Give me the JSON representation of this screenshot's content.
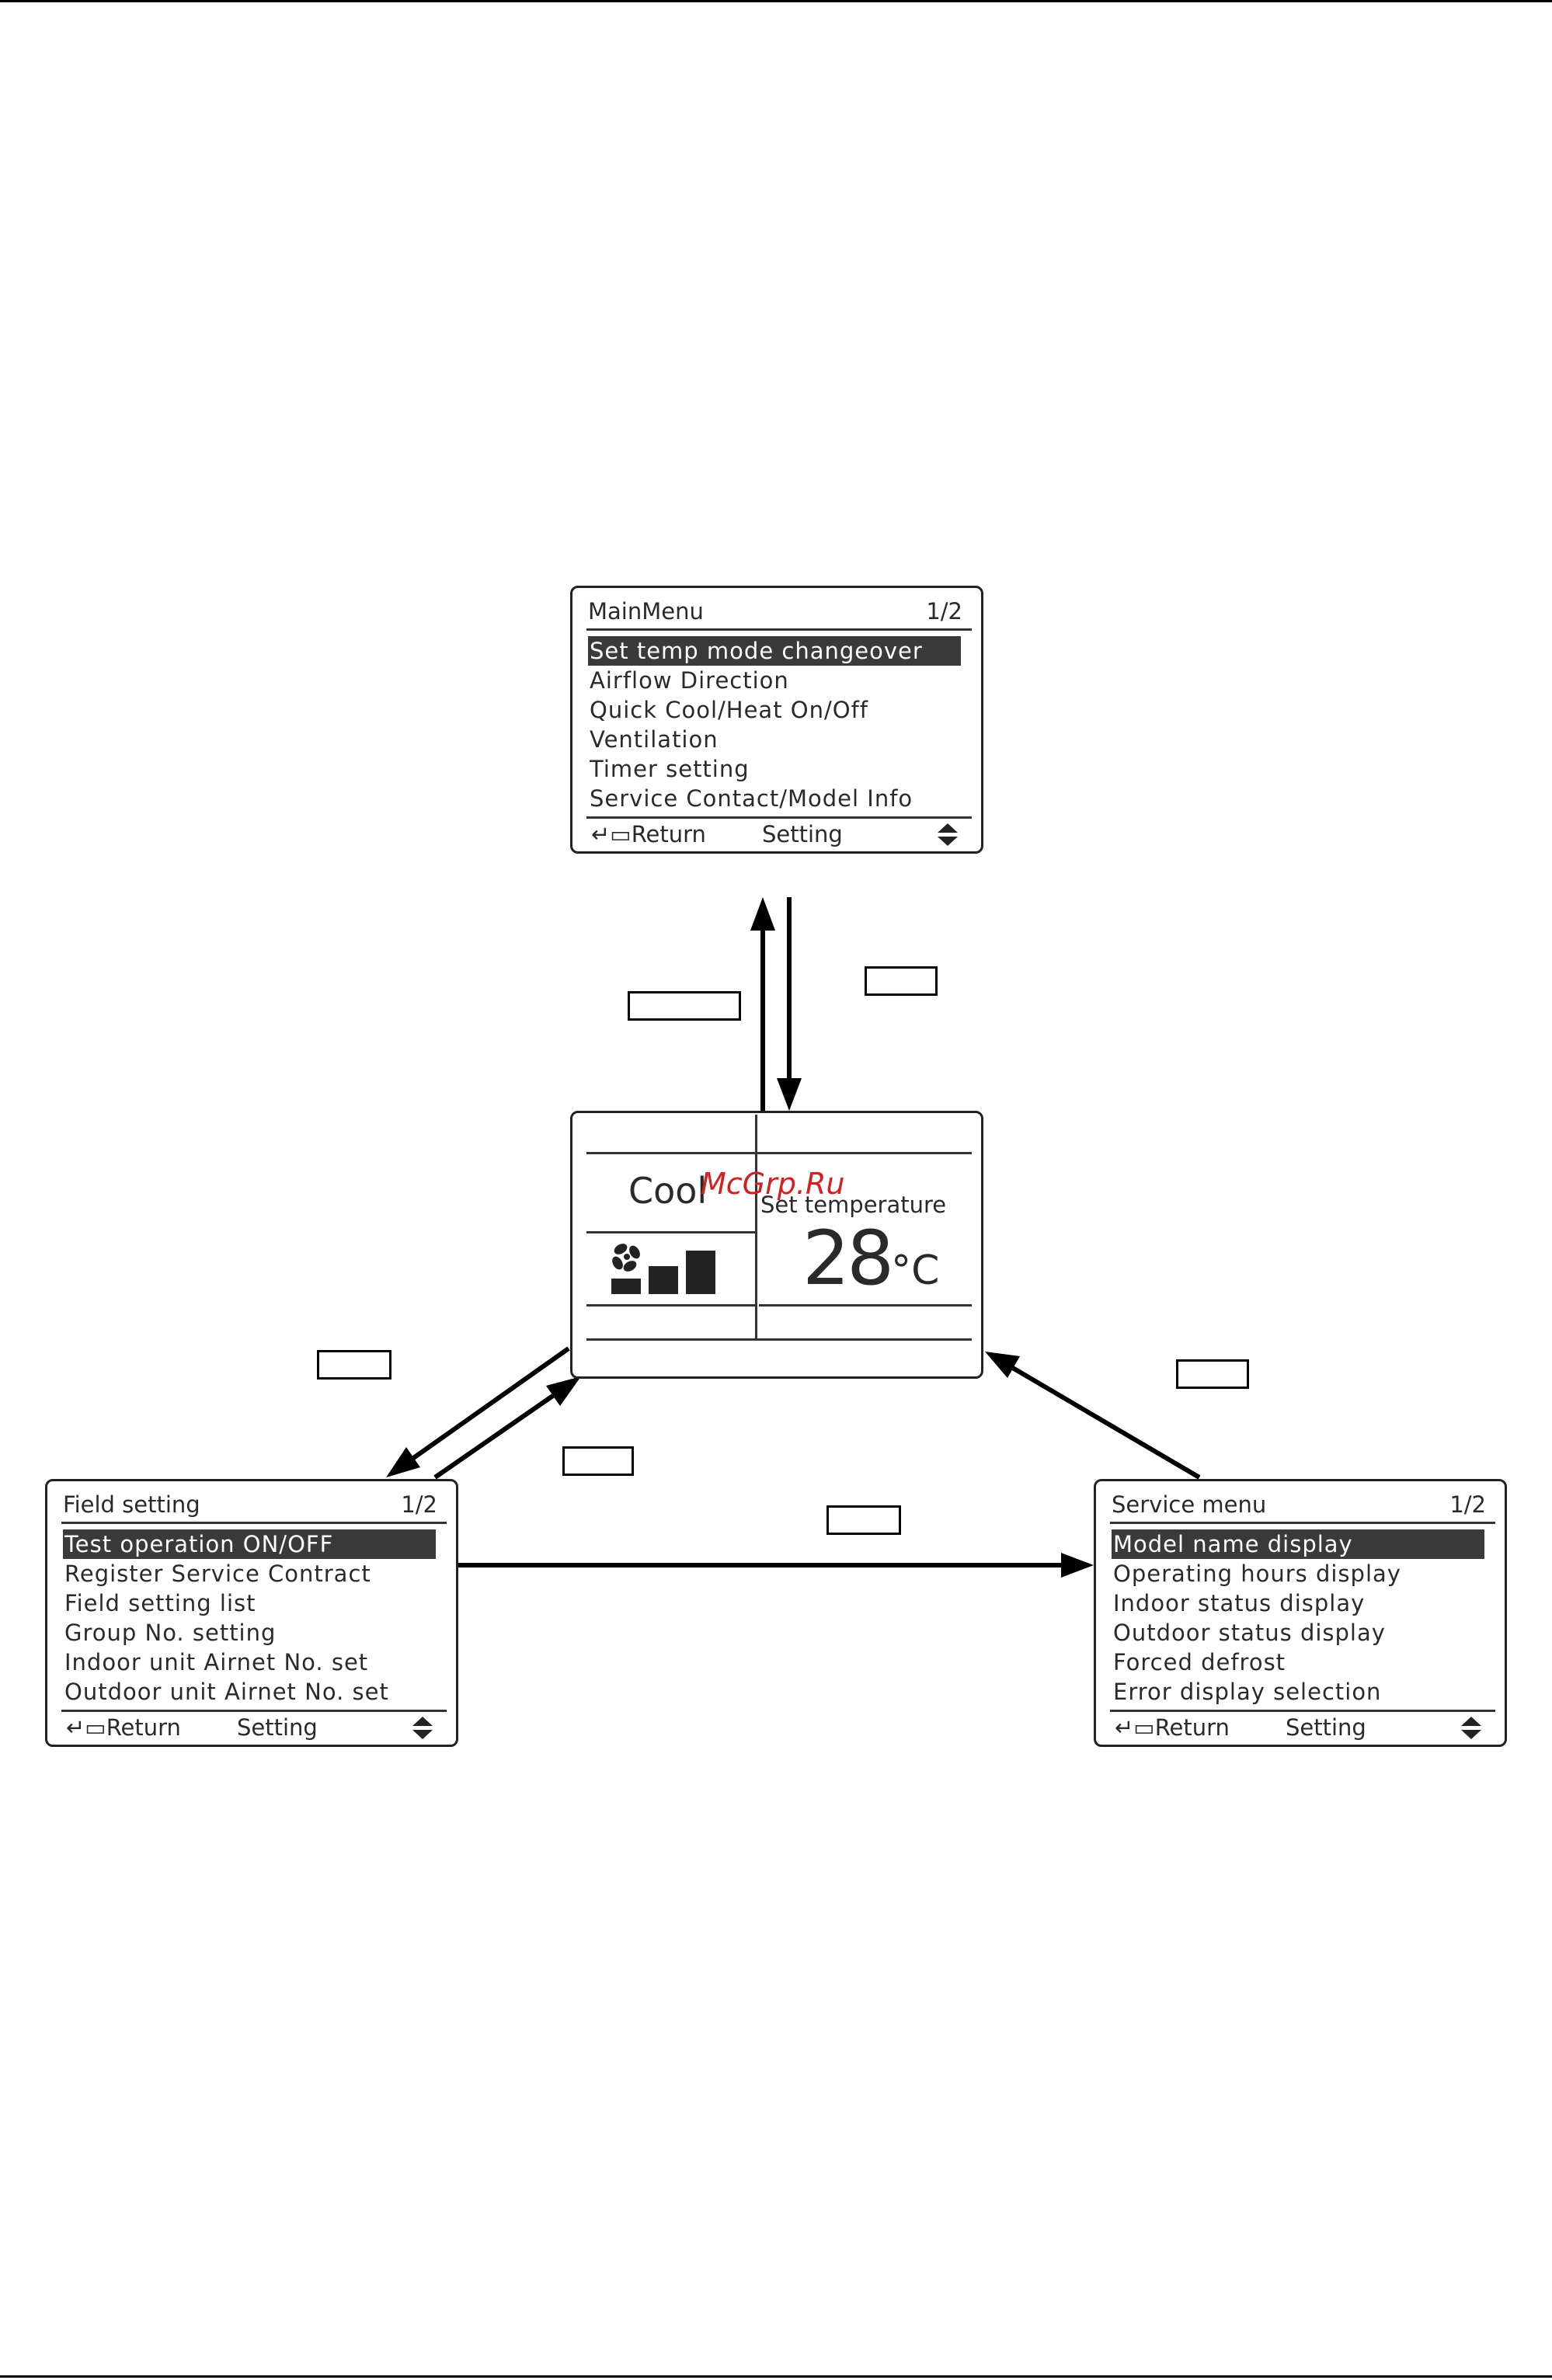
{
  "main_menu": {
    "title": "MainMenu",
    "page": "1/2",
    "items": [
      "Set temp mode changeover",
      "Airflow Direction",
      "Quick Cool/Heat On/Off",
      "Ventilation",
      "Timer setting",
      "Service Contact/Model Info"
    ],
    "selected_index": 0,
    "footer": {
      "return": "Return",
      "setting": "Setting"
    }
  },
  "status_screen": {
    "mode": "Cool",
    "set_temp_label": "Set temperature",
    "temperature": "28",
    "unit": "°C",
    "fan_level": 3
  },
  "field_setting": {
    "title": "Field setting",
    "page": "1/2",
    "items": [
      "Test operation ON/OFF",
      "Register Service Contract",
      "Field setting list",
      "Group No. setting",
      "Indoor unit Airnet No. set",
      "Outdoor unit Airnet No. set"
    ],
    "selected_index": 0,
    "footer": {
      "return": "Return",
      "setting": "Setting"
    }
  },
  "service_menu": {
    "title": "Service menu",
    "page": "1/2",
    "items": [
      "Model name display",
      "Operating hours display",
      "Indoor status display",
      "Outdoor status display",
      "Forced defrost",
      "Error display selection"
    ],
    "selected_index": 0,
    "footer": {
      "return": "Return",
      "setting": "Setting"
    }
  },
  "watermark": "McGrp.Ru"
}
